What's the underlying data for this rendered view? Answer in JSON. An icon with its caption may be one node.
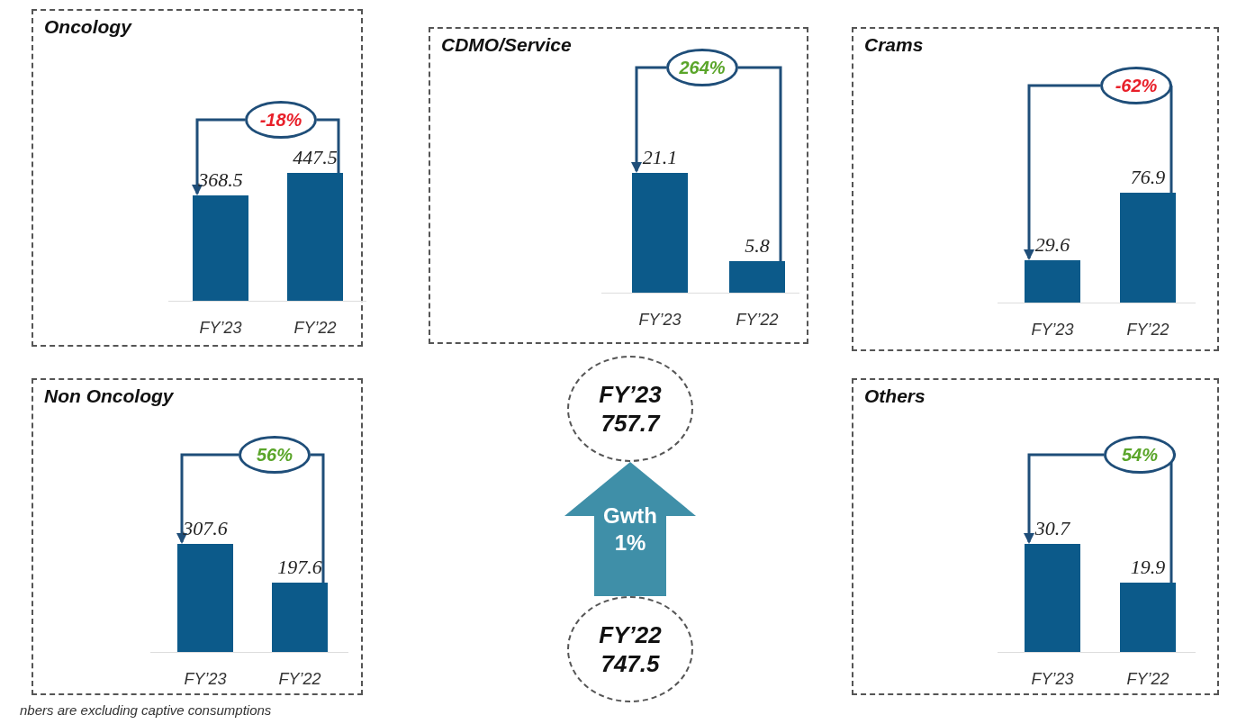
{
  "diagram": {
    "nodes": [
      {
        "text": [
          "Oncology"
        ]
      },
      {
        "text": [
          "-18%"
        ],
        "in": 0
      },
      {
        "text": [],
        "shape": "bar",
        "in": 0,
        "beside": [
          "368.5",
          "FY’23"
        ]
      },
      {
        "text": [],
        "shape": "bar",
        "in": 0,
        "beside": [
          "447.5",
          "FY’22"
        ]
      },
      {
        "text": [
          "CDMO/Service"
        ]
      },
      {
        "text": [
          "264%"
        ],
        "in": 4
      },
      {
        "text": [],
        "shape": "bar",
        "in": 4,
        "beside": [
          "21.1",
          "FY’23"
        ]
      },
      {
        "text": [],
        "shape": "bar",
        "in": 4,
        "beside": [
          "5.8",
          "FY’22"
        ]
      },
      {
        "text": [
          "Crams"
        ]
      },
      {
        "text": [
          "-62%"
        ],
        "in": 8
      },
      {
        "text": [],
        "shape": "bar",
        "in": 8,
        "beside": [
          "29.6",
          "FY’23"
        ]
      },
      {
        "text": [],
        "shape": "bar",
        "in": 8,
        "beside": [
          "76.9",
          "FY’22"
        ]
      },
      {
        "text": [
          "FY’23",
          "757.7"
        ]
      },
      {
        "text": [
          "FY’22",
          "747.5"
        ]
      },
      {
        "text": [
          "Non Oncology"
        ]
      },
      {
        "text": [
          "56%"
        ],
        "in": 14
      },
      {
        "text": [],
        "shape": "bar",
        "in": 14,
        "beside": [
          "307.6",
          "FY’23"
        ]
      },
      {
        "text": [],
        "shape": "bar",
        "in": 14,
        "beside": [
          "197.6",
          "FY’22"
        ]
      },
      {
        "text": [
          "Others"
        ]
      },
      {
        "text": [
          "54%"
        ],
        "in": 18
      },
      {
        "text": [],
        "shape": "bar",
        "in": 18,
        "beside": [
          "30.7",
          "FY’23"
        ]
      },
      {
        "text": [],
        "shape": "bar",
        "in": 18,
        "beside": [
          "19.9",
          "FY’22"
        ]
      }
    ],
    "edges": [
      {
        "from": 3,
        "to": 1,
        "arrow": "none"
      },
      {
        "from": 1,
        "to": 2,
        "arrow": "to"
      },
      {
        "from": 7,
        "to": 5,
        "arrow": "none"
      },
      {
        "from": 5,
        "to": 6,
        "arrow": "to"
      },
      {
        "from": 11,
        "to": 9,
        "arrow": "none"
      },
      {
        "from": 9,
        "to": 10,
        "arrow": "to"
      },
      {
        "from": 17,
        "to": 15,
        "arrow": "none"
      },
      {
        "from": 15,
        "to": 16,
        "arrow": "to"
      },
      {
        "from": 21,
        "to": 19,
        "arrow": "none"
      },
      {
        "from": 19,
        "to": 20,
        "arrow": "to"
      },
      {
        "from": 13,
        "to": 12,
        "arrow": "to",
        "label": "Gwth 1%",
        "style": "thick",
        "color": "#3f8fa8"
      }
    ],
    "labels": [
      "nbers are excluding captive consumptions"
    ]
  }
}
